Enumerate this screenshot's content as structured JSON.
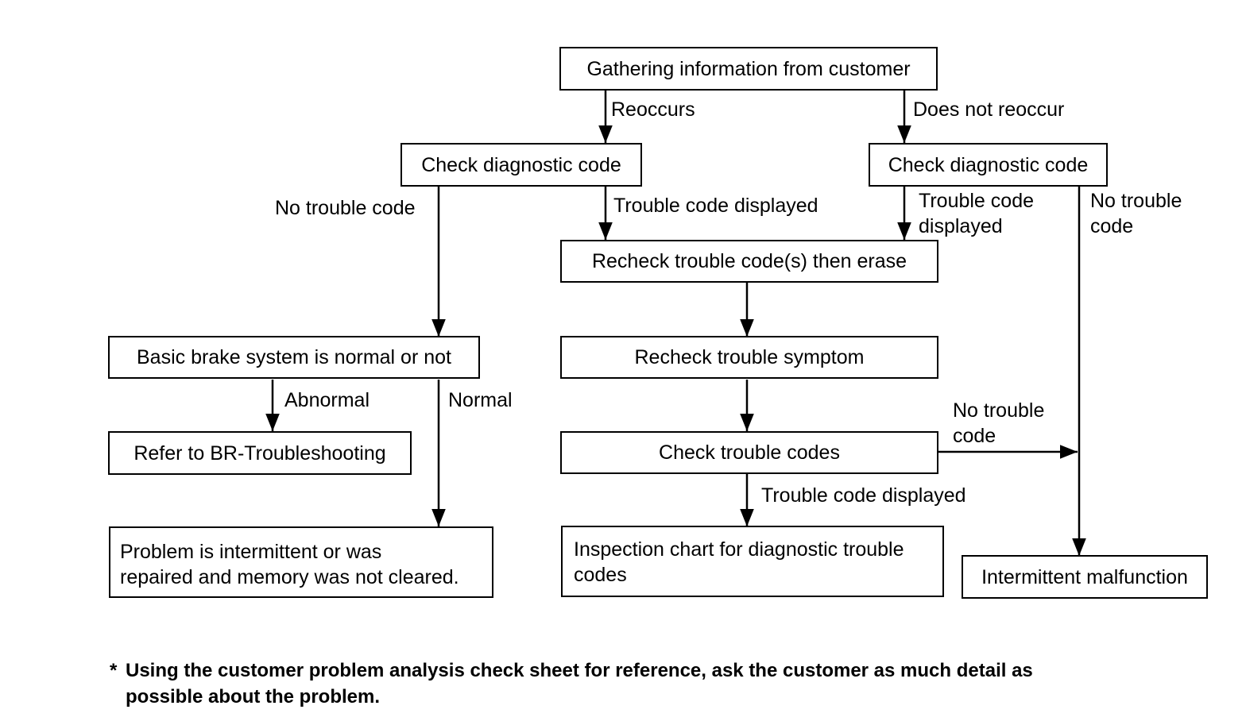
{
  "nodes": {
    "gather": "Gathering information from customer",
    "check_left": "Check diagnostic code",
    "check_right": "Check diagnostic code",
    "recheck_erase": "Recheck trouble code(s) then erase",
    "basic_brake": "Basic brake system is normal or not",
    "recheck_symptom": "Recheck trouble symptom",
    "refer_br": "Refer to BR-Troubleshooting",
    "check_codes": "Check trouble codes",
    "problem_intermittent": "Problem is intermittent or was\nrepaired and memory was not cleared.",
    "inspection_chart": "Inspection chart for diagnostic trouble\ncodes",
    "intermittent_malfunction": "Intermittent malfunction"
  },
  "labels": {
    "reoccurs": "Reoccurs",
    "does_not_reoccur": "Does not reoccur",
    "no_trouble_code_left": "No trouble code",
    "trouble_code_displayed_mid": "Trouble code displayed",
    "trouble_code_displayed_right": "Trouble code\ndisplayed",
    "no_trouble_code_right": "No trouble\ncode",
    "abnormal": "Abnormal",
    "normal": "Normal",
    "no_trouble_code_check": "No trouble\ncode",
    "trouble_code_displayed_bottom": "Trouble code displayed"
  },
  "footnote": {
    "marker": "*",
    "line1": "Using the customer problem analysis check sheet for reference, ask the customer as much detail as",
    "line2": "possible about the problem."
  }
}
